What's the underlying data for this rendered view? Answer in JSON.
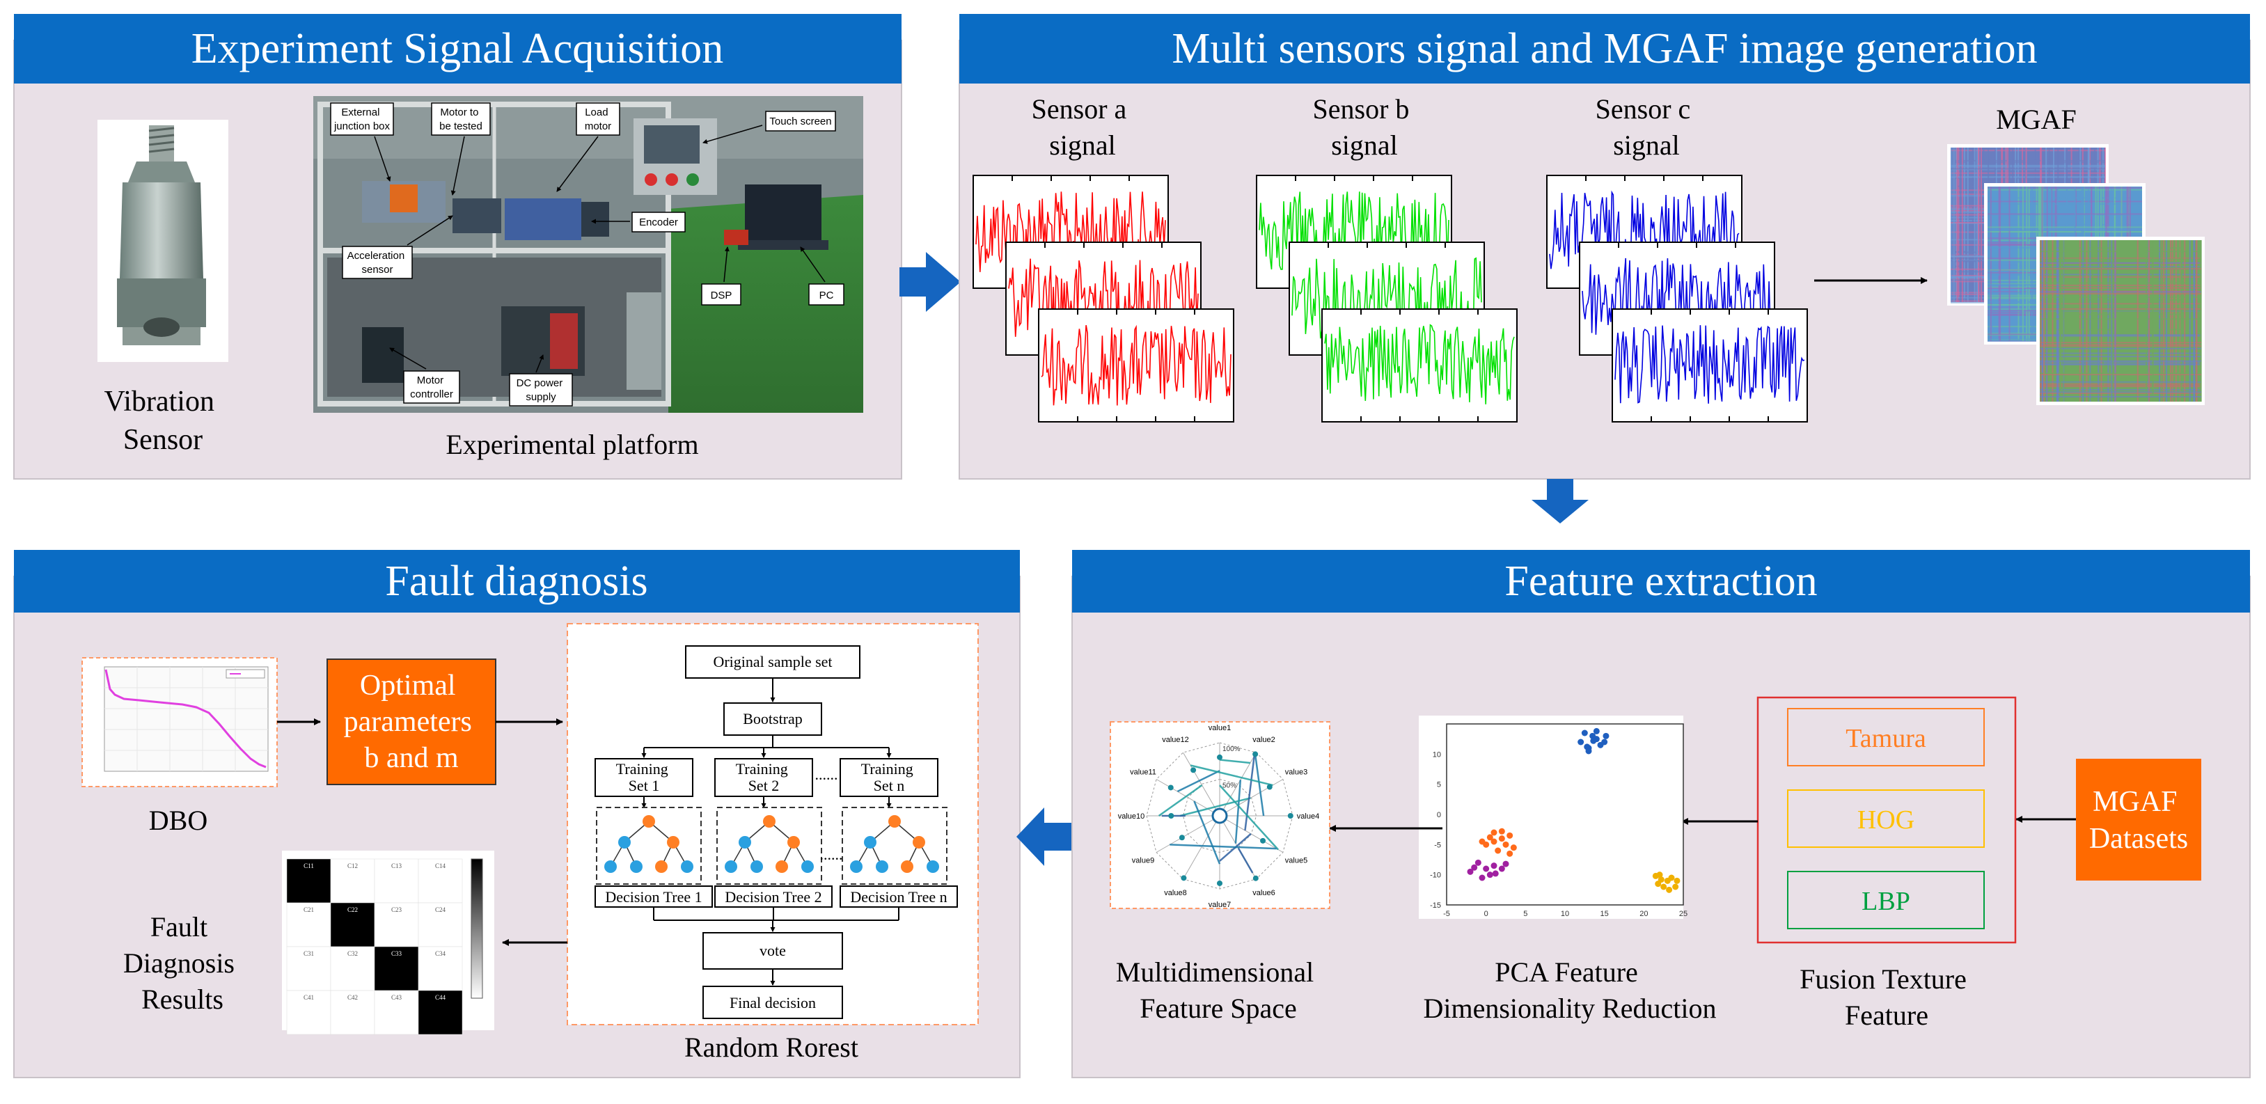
{
  "colors": {
    "header_blue": "#0a6cc4",
    "panel_bg": "#e9e0e7",
    "panel_border": "#c9c2c8",
    "orange": "#ff6a00",
    "red_signal": "#ff0000",
    "green_signal": "#00e000",
    "blue_signal": "#0000e0",
    "arrow_blue": "#1565c0",
    "dashed_orange": "#ff9966",
    "fusion_border": "#e03030",
    "tamura": "#ff7f24",
    "hog": "#ffc000",
    "lbp": "#00a040"
  },
  "panels": {
    "acquisition": {
      "title": "Experiment Signal Acquisition",
      "vibration_sensor_label": [
        "Vibration",
        "Sensor"
      ],
      "platform_label": "Experimental platform",
      "platform_callouts": {
        "external_junction_box": [
          "External",
          "junction box"
        ],
        "motor_to_be_tested": [
          "Motor to",
          "be tested"
        ],
        "load_motor": [
          "Load",
          "motor"
        ],
        "touch_screen": "Touch screen",
        "encoder": "Encoder",
        "acceleration_sensor": [
          "Acceleration",
          "sensor"
        ],
        "dsp": "DSP",
        "pc": "PC",
        "motor_controller": [
          "Motor",
          "controller"
        ],
        "dc_power_supply": [
          "DC power",
          "supply"
        ]
      }
    },
    "signal_generation": {
      "title": "Multi sensors signal and MGAF image generation",
      "sensor_a": [
        "Sensor a",
        "signal"
      ],
      "sensor_b": [
        "Sensor b",
        "signal"
      ],
      "sensor_c": [
        "Sensor c",
        "signal"
      ],
      "mgaf_label": "MGAF"
    },
    "feature_extraction": {
      "title": "Feature extraction",
      "mgaf_datasets": [
        "MGAF",
        "Datasets"
      ],
      "textures": [
        "Tamura",
        "HOG",
        "LBP"
      ],
      "fusion_label": [
        "Fusion Texture",
        "Feature"
      ],
      "pca_label": [
        "PCA Feature",
        "Dimensionality Reduction"
      ],
      "multidim_label": [
        "Multidimensional",
        "Feature Space"
      ],
      "radar_axes": [
        "value1",
        "value2",
        "value3",
        "value4",
        "value5",
        "value6",
        "value7",
        "value8",
        "value9",
        "value10",
        "value11",
        "value12"
      ],
      "radar_rings": [
        "100%",
        "50%"
      ],
      "pca_x_ticks": [
        "-5",
        "0",
        "5",
        "10",
        "15",
        "20",
        "25"
      ],
      "pca_y_ticks": [
        "10",
        "5",
        "0",
        "-5",
        "-10",
        "-15"
      ]
    },
    "fault_diagnosis": {
      "title": "Fault diagnosis",
      "dbo_label": "DBO",
      "optimal_params": [
        "Optimal",
        "parameters",
        "b and m"
      ],
      "fault_results": [
        "Fault",
        "Diagnosis",
        "Results"
      ],
      "random_forest_label": "Random Rorest",
      "flow": {
        "original": "Original sample set",
        "bootstrap": "Bootstrap",
        "training_sets": [
          [
            "Training",
            "Set 1"
          ],
          [
            "Training",
            "Set 2"
          ],
          [
            "Training",
            "Set n"
          ]
        ],
        "ellipsis": "......",
        "trees": [
          "Decision Tree 1",
          "Decision Tree 2",
          "Decision Tree n"
        ],
        "vote": "vote",
        "final": "Final decision"
      },
      "confusion_labels": [
        [
          "C11",
          "C12",
          "C13",
          "C14"
        ],
        [
          "C21",
          "C22",
          "C23",
          "C24"
        ],
        [
          "C31",
          "C32",
          "C33",
          "C34"
        ],
        [
          "C41",
          "C42",
          "C43",
          "C44"
        ]
      ]
    }
  },
  "chart_data": [
    {
      "type": "scatter",
      "ylim": [
        -15,
        15
      ],
      "xlim": [
        -5,
        25
      ],
      "series": [
        {
          "color": "#1f5fbf",
          "values": [
            [
              13,
              11
            ],
            [
              14,
              12.5
            ],
            [
              12.5,
              13.5
            ],
            [
              14.5,
              11.5
            ],
            [
              13.5,
              13
            ],
            [
              12,
              12
            ],
            [
              15,
              12
            ],
            [
              13,
              10.5
            ],
            [
              14,
              13.8
            ],
            [
              12.8,
              11.2
            ],
            [
              15.2,
              13
            ],
            [
              13.6,
              12.2
            ]
          ]
        },
        {
          "color": "#ff6a1a",
          "values": [
            [
              1,
              -3
            ],
            [
              2,
              -4
            ],
            [
              0,
              -5
            ],
            [
              3,
              -3.5
            ],
            [
              1.5,
              -6
            ],
            [
              2.5,
              -5
            ],
            [
              0.5,
              -3.8
            ],
            [
              3.5,
              -5.5
            ],
            [
              1,
              -4.5
            ],
            [
              2,
              -2.8
            ],
            [
              -0.5,
              -4.5
            ],
            [
              3,
              -6.5
            ]
          ]
        },
        {
          "color": "#a020a0",
          "values": [
            [
              -1,
              -8
            ],
            [
              0,
              -9
            ],
            [
              1,
              -8.5
            ],
            [
              -2,
              -9.5
            ],
            [
              0.5,
              -10
            ],
            [
              2,
              -9
            ],
            [
              -1.5,
              -8.8
            ],
            [
              1.2,
              -9.8
            ],
            [
              -0.5,
              -10.5
            ],
            [
              2.5,
              -8.2
            ]
          ]
        },
        {
          "color": "#f0b000",
          "values": [
            [
              22,
              -10
            ],
            [
              23,
              -11
            ],
            [
              22.5,
              -12
            ],
            [
              23.5,
              -10.5
            ],
            [
              21.8,
              -11.5
            ],
            [
              24,
              -12
            ],
            [
              22.2,
              -10.8
            ],
            [
              23.2,
              -12.5
            ],
            [
              24.2,
              -11
            ],
            [
              21.5,
              -10.2
            ]
          ]
        }
      ]
    }
  ]
}
